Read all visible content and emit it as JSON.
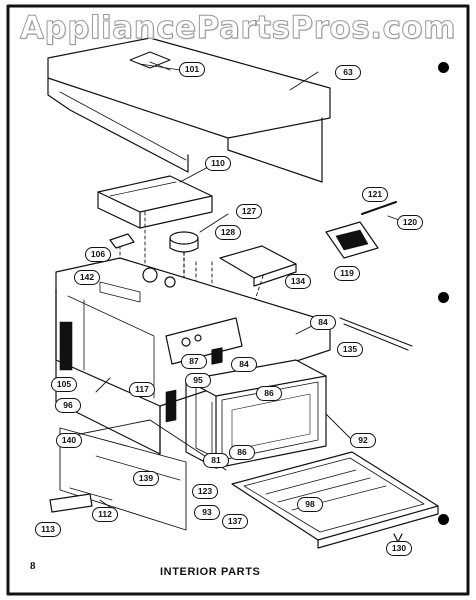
{
  "watermark": "AppliancePartsPros.com",
  "page_number": "8",
  "title": "INTERIOR PARTS",
  "callouts": [
    "101",
    "63",
    "110",
    "121",
    "120",
    "127",
    "128",
    "106",
    "142",
    "119",
    "134",
    "84",
    "135",
    "105",
    "87",
    "117",
    "95",
    "86",
    "96",
    "140",
    "81",
    "92",
    "139",
    "98",
    "123",
    "113",
    "112",
    "93",
    "137",
    "130"
  ],
  "colors": {
    "ink": "#111111",
    "paper": "#ffffff",
    "watermark_stroke": "#9a9a9a"
  }
}
